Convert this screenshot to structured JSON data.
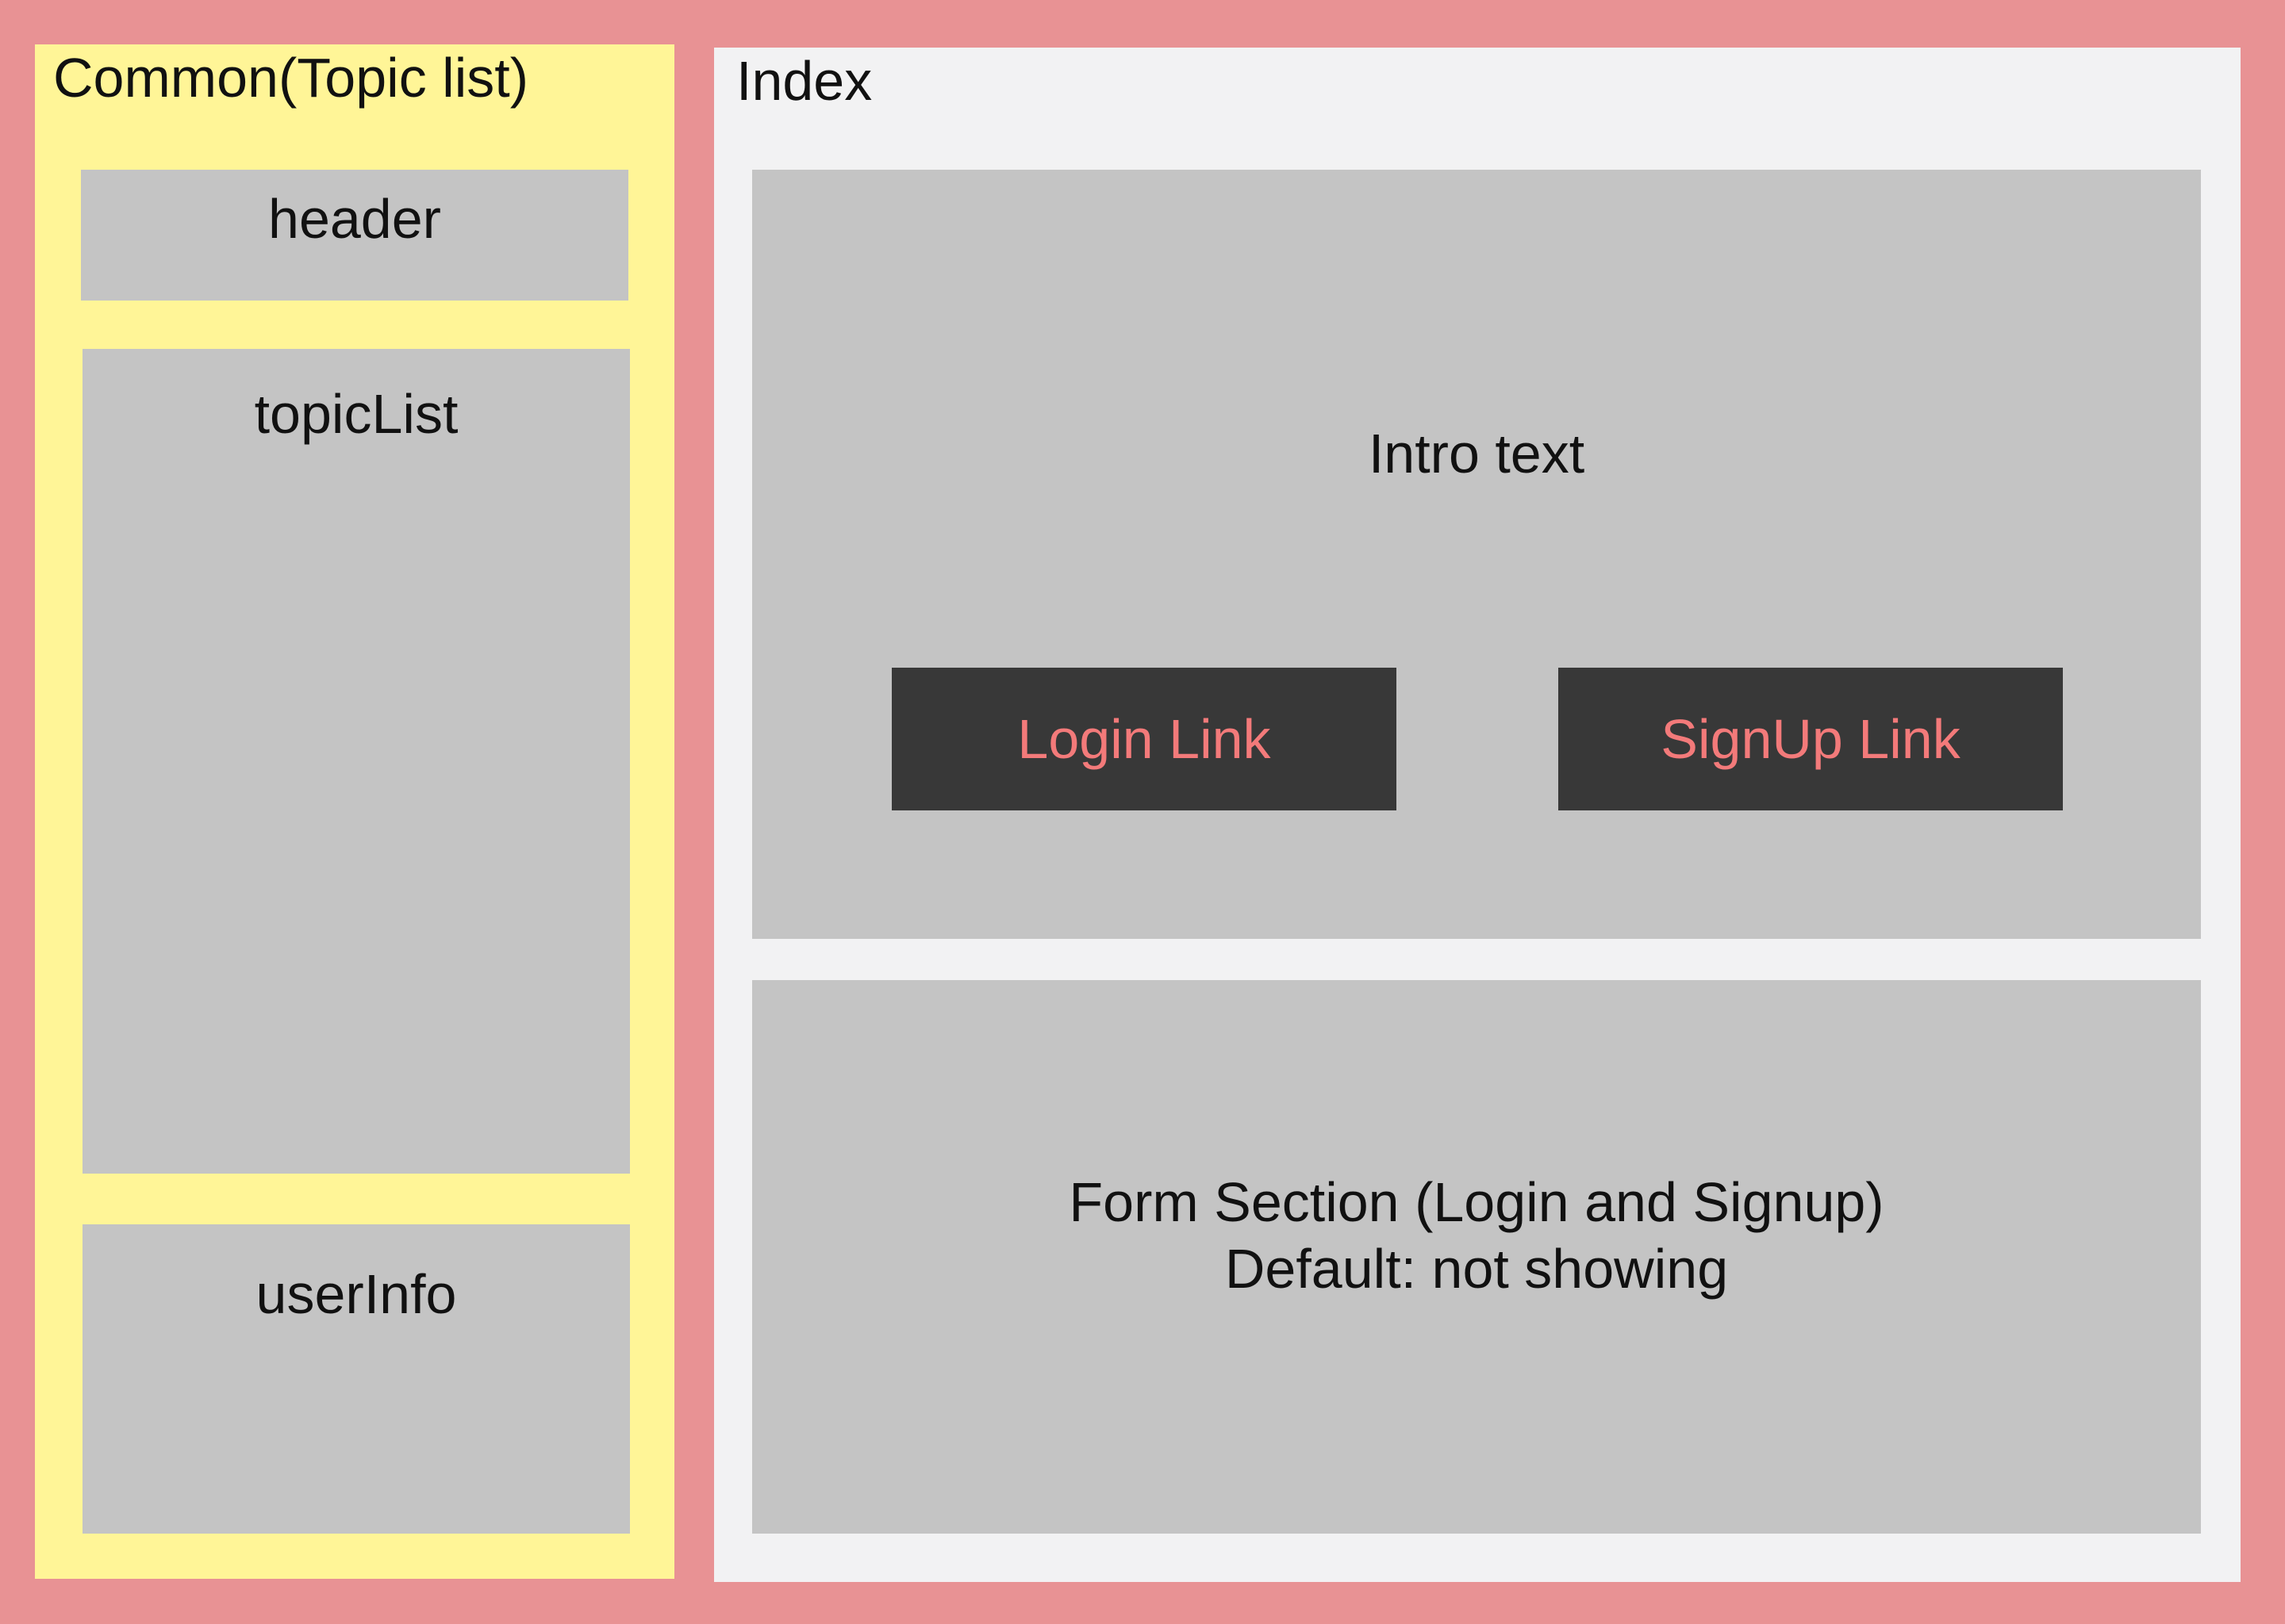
{
  "colors": {
    "background": "#e89294",
    "common_panel": "#fff597",
    "index_panel": "#f2f2f3",
    "block": "#c4c4c4",
    "button": "#383838",
    "button_text": "#f37a7a"
  },
  "common": {
    "title": "Common(Topic list)",
    "header_label": "header",
    "topic_list_label": "topicList",
    "user_info_label": "userInfo"
  },
  "index": {
    "title": "Index",
    "intro_text": "Intro text",
    "login_link": "Login Link",
    "signup_link": "SignUp Link",
    "form_section_title": "Form Section (Login and Signup)",
    "form_section_note": "Default: not showing"
  }
}
